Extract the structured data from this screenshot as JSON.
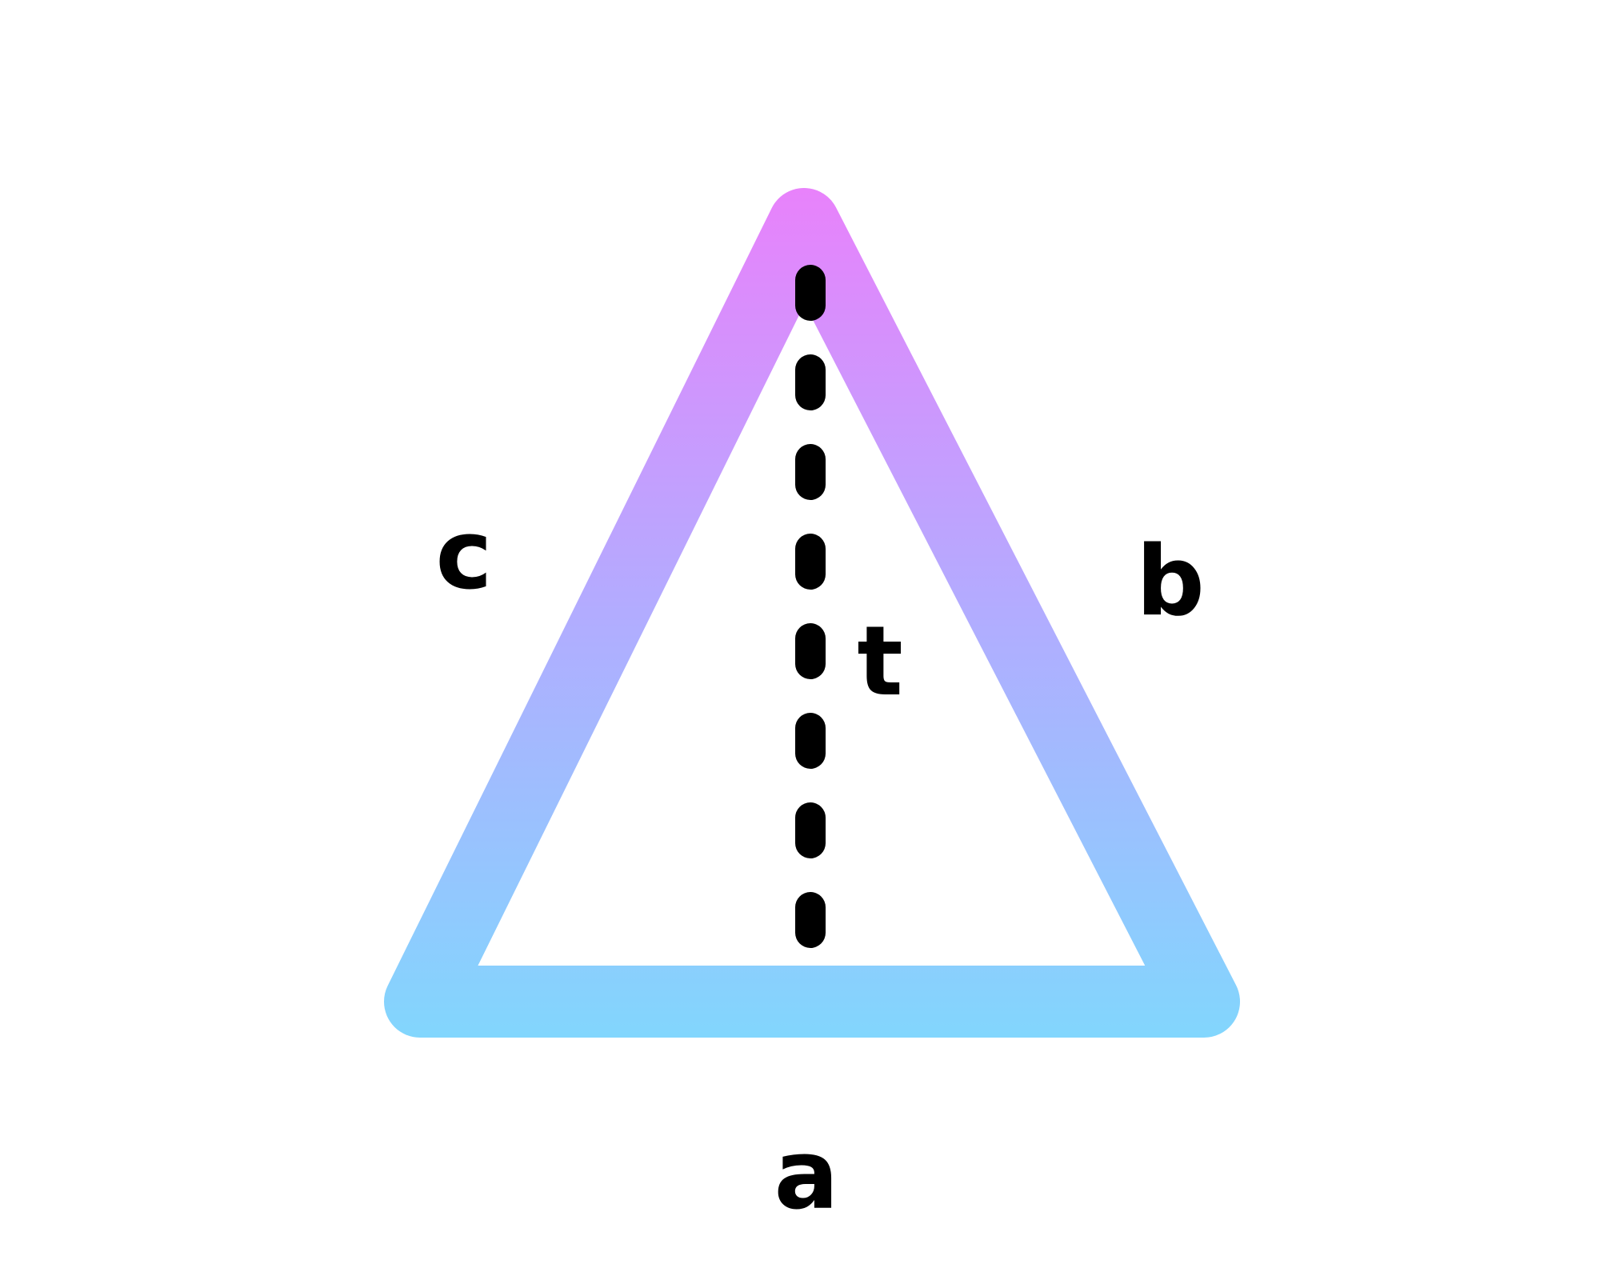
{
  "diagram": {
    "labels": {
      "base": "a",
      "right_side": "b",
      "left_side": "c",
      "height": "t"
    },
    "colors": {
      "gradient_top": "#e882fb",
      "gradient_mid": "#b2acff",
      "gradient_bottom": "#82d6fd",
      "height_line": "#000000",
      "label_text": "#000000",
      "background": "#ffffff"
    }
  }
}
